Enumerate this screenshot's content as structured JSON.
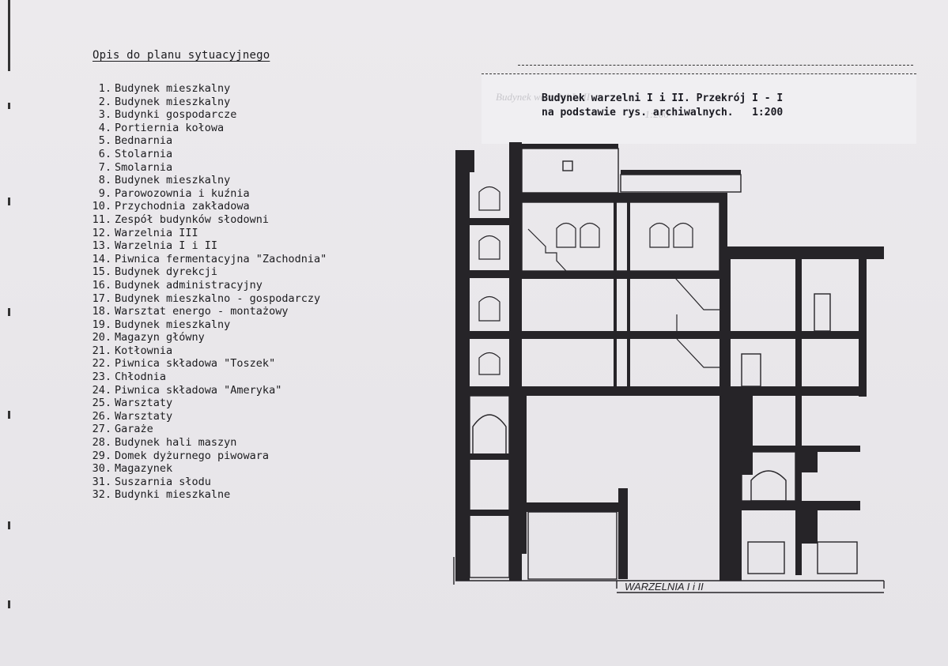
{
  "legend": {
    "title": "Opis do planu sytuacyjnego",
    "items": [
      {
        "num": "1.",
        "label": "Budynek mieszkalny"
      },
      {
        "num": "2.",
        "label": "Budynek mieszkalny"
      },
      {
        "num": "3.",
        "label": "Budynki gospodarcze"
      },
      {
        "num": "4.",
        "label": "Portiernia kołowa"
      },
      {
        "num": "5.",
        "label": "Bednarnia"
      },
      {
        "num": "6.",
        "label": "Stolarnia"
      },
      {
        "num": "7.",
        "label": "Smolarnia"
      },
      {
        "num": "8.",
        "label": "Budynek mieszkalny"
      },
      {
        "num": "9.",
        "label": "Parowozownia i kuźnia"
      },
      {
        "num": "10.",
        "label": "Przychodnia zakładowa"
      },
      {
        "num": "11.",
        "label": "Zespół budynków słodowni"
      },
      {
        "num": "12.",
        "label": "Warzelnia III"
      },
      {
        "num": "13.",
        "label": "Warzelnia I i II"
      },
      {
        "num": "14.",
        "label": "Piwnica fermentacyjna \"Zachodnia\""
      },
      {
        "num": "15.",
        "label": "Budynek dyrekcji"
      },
      {
        "num": "16.",
        "label": "Budynek administracyjny"
      },
      {
        "num": "17.",
        "label": "Budynek mieszkalno - gospodarczy"
      },
      {
        "num": "18.",
        "label": "Warsztat energo - montażowy"
      },
      {
        "num": "19.",
        "label": "Budynek mieszkalny"
      },
      {
        "num": "20.",
        "label": "Magazyn główny"
      },
      {
        "num": "21.",
        "label": "Kotłownia"
      },
      {
        "num": "22.",
        "label": "Piwnica składowa \"Toszek\""
      },
      {
        "num": "23.",
        "label": "Chłodnia"
      },
      {
        "num": "24.",
        "label": "Piwnica składowa \"Ameryka\""
      },
      {
        "num": "25.",
        "label": "Warsztaty"
      },
      {
        "num": "26.",
        "label": "Warsztaty"
      },
      {
        "num": "27.",
        "label": "Garaże"
      },
      {
        "num": "28.",
        "label": "Budynek hali maszyn"
      },
      {
        "num": "29.",
        "label": "Domek dyżurnego piwowara"
      },
      {
        "num": "30.",
        "label": "Magazynek"
      },
      {
        "num": "31.",
        "label": "Suszarnia słodu"
      },
      {
        "num": "32.",
        "label": "Budynki mieszkalne"
      }
    ]
  },
  "caption": {
    "line1": "Budynek warzelni I i II. Przekrój I - I",
    "line2": "na podstawie rys. archiwalnych.   1:200"
  },
  "drawing": {
    "label": "WARZELNIA I i II",
    "ink_color": "#262428",
    "paper_color": "#ecebee"
  }
}
